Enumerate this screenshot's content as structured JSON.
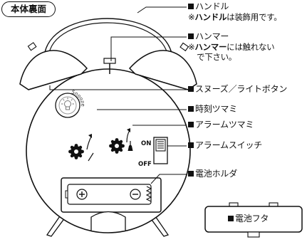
{
  "title": "本体裏面",
  "labels": {
    "handle": "ハンドル",
    "hammer": "ハンマー",
    "snooze": "スヌーズ／ライトボタン",
    "time_knob": "時刻ツマミ",
    "alarm_knob": "アラームツマミ",
    "alarm_switch": "アラームスイッチ",
    "battery_holder": "電池ホルダ",
    "battery_cover": "電池フタ"
  },
  "notes": {
    "handle_prefix": "※",
    "handle_bold": "ハンドル",
    "handle_rest": "は装飾用です。",
    "hammer_prefix": "※",
    "hammer_bold": "ハンマー",
    "hammer_rest": "には触れない",
    "hammer_line2": "で下さい。"
  },
  "clock_text": {
    "snooze": "Snooze",
    "on": "ON",
    "off": "OFF"
  },
  "colors": {
    "line": "#111111",
    "gray": "#777777",
    "light": "#bbbbbb",
    "background": "#ffffff"
  }
}
